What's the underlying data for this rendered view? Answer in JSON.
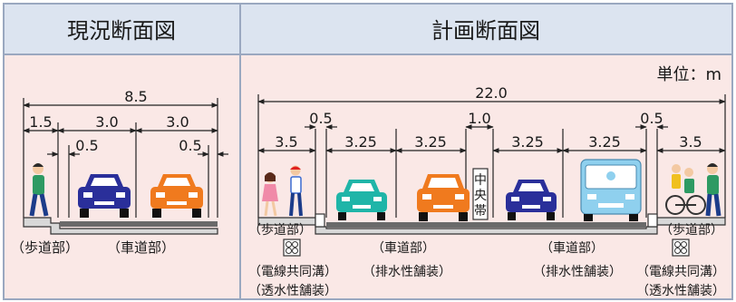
{
  "titles": {
    "current": "現況断面図",
    "planned": "計画断面図"
  },
  "unit_label": "単位：m",
  "current": {
    "total": "8.5",
    "widths": {
      "sidewalk": "1.5",
      "lane_left": "3.0",
      "lane_right": "3.0"
    },
    "margins": {
      "left": "0.5",
      "right": "0.5"
    },
    "labels": {
      "sidewalk": "（歩道部）",
      "roadway": "（車道部）"
    }
  },
  "planned": {
    "total": "22.0",
    "widths": {
      "sidewalk_left": "3.5",
      "lane_1": "3.25",
      "lane_2": "3.25",
      "lane_3": "3.25",
      "lane_4": "3.25",
      "sidewalk_right": "3.5"
    },
    "margins": {
      "left": "0.5",
      "right": "0.5"
    },
    "median_width": "1.0",
    "median_label": "中央帯",
    "labels": {
      "sidewalk_left": "（歩道部）",
      "roadway_left": "（車道部）",
      "roadway_right": "（車道部）",
      "sidewalk_right": "（歩道部）",
      "drainage_left": "（排水性舗装）",
      "drainage_right": "（排水性舗装）",
      "utility_left": "（電線共同溝）",
      "utility_right": "（電線共同溝）",
      "permeable_left": "（透水性舗装）",
      "permeable_right": "（透水性舗装）"
    }
  },
  "colors": {
    "header_bg": "#dce4f0",
    "panel_bg": "#fae8e6",
    "border": "#9aa8c0",
    "car_blue": "#2a2f9a",
    "car_orange": "#f07a1e",
    "car_teal": "#1fb5a8",
    "bus": "#8fd0ee"
  }
}
